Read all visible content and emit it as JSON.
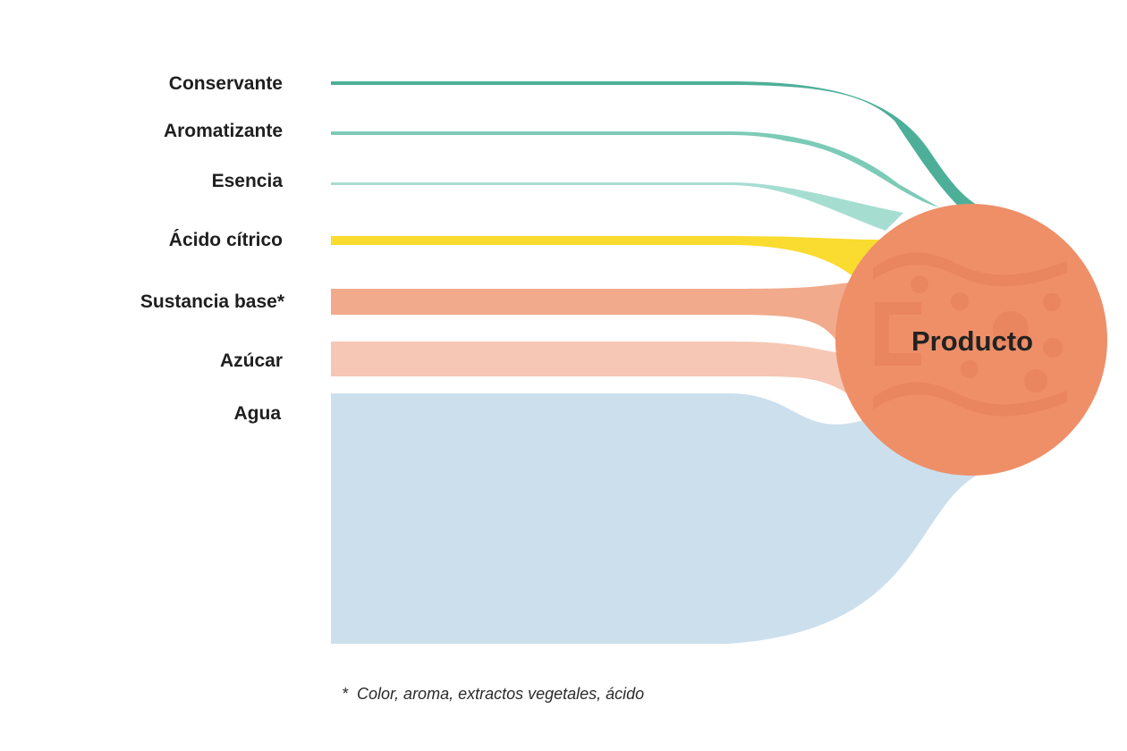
{
  "diagram": {
    "type": "sankey",
    "target": {
      "label": "Producto",
      "color": "#EE8F68",
      "texture_color": "#E8825C"
    },
    "flows": [
      {
        "label": "Conservante",
        "color": "#4DAF98"
      },
      {
        "label": "Aromatizante",
        "color": "#7CCBB7"
      },
      {
        "label": "Esencia",
        "color": "#A6DDD1"
      },
      {
        "label": "Ácido cítrico",
        "color": "#FADB2F"
      },
      {
        "label": "Sustancia base*",
        "color": "#F1AA8C"
      },
      {
        "label": "Azúcar",
        "color": "#F6C7B4"
      },
      {
        "label": "Agua",
        "color": "#CCDFED"
      }
    ],
    "footnote": {
      "marker": "*",
      "text": "Color, aroma, extractos vegetales, ácido"
    }
  }
}
